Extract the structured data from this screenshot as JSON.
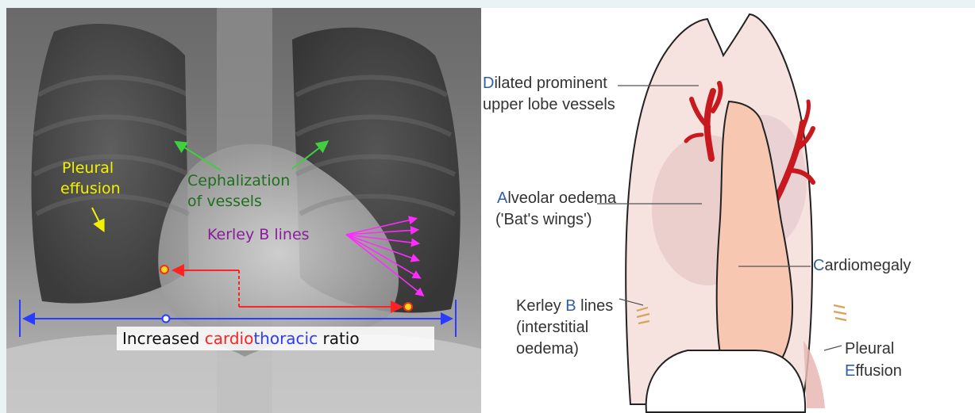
{
  "xray": {
    "labels": {
      "pleural_1": "Pleural",
      "pleural_2": "effusion",
      "ceph_1": "Cephalization",
      "ceph_2": "of vessels",
      "kerley": "Kerley B lines",
      "ratio_prefix": "Increased ",
      "ratio_cardio": "cardio",
      "ratio_thoracic": "thoracic",
      "ratio_suffix": " ratio"
    },
    "colors": {
      "pleural": "#f2f200",
      "cephalization": "#1e6e1e",
      "cephalization_arrow": "#3fcf3f",
      "kerley": "#8a1c9c",
      "kerley_arrow": "#ff2bff",
      "ratio_line": "#2a3cff",
      "cardiac_line": "#ff2222",
      "caption_bg": "#ffffff"
    }
  },
  "diagram": {
    "labels": {
      "dilated_1": "Dilated prominent",
      "dilated_2": "upper lobe vessels",
      "alveolar_1": "Alveolar oedema",
      "alveolar_2": "('Bat's wings')",
      "cardiomegaly": "Cardiomegaly",
      "kerley_1": "Kerley B lines",
      "kerley_2": "(interstitial",
      "kerley_3": "oedema)",
      "pleural_1": "Pleural",
      "pleural_2": "Effusion"
    },
    "colors": {
      "initial_letter": "#2f5fa7",
      "text": "#333333",
      "vessel": "#c8191e",
      "heart": "#f7c7b2",
      "lung_fill": "#f6e3e0",
      "outline": "#222222"
    }
  }
}
